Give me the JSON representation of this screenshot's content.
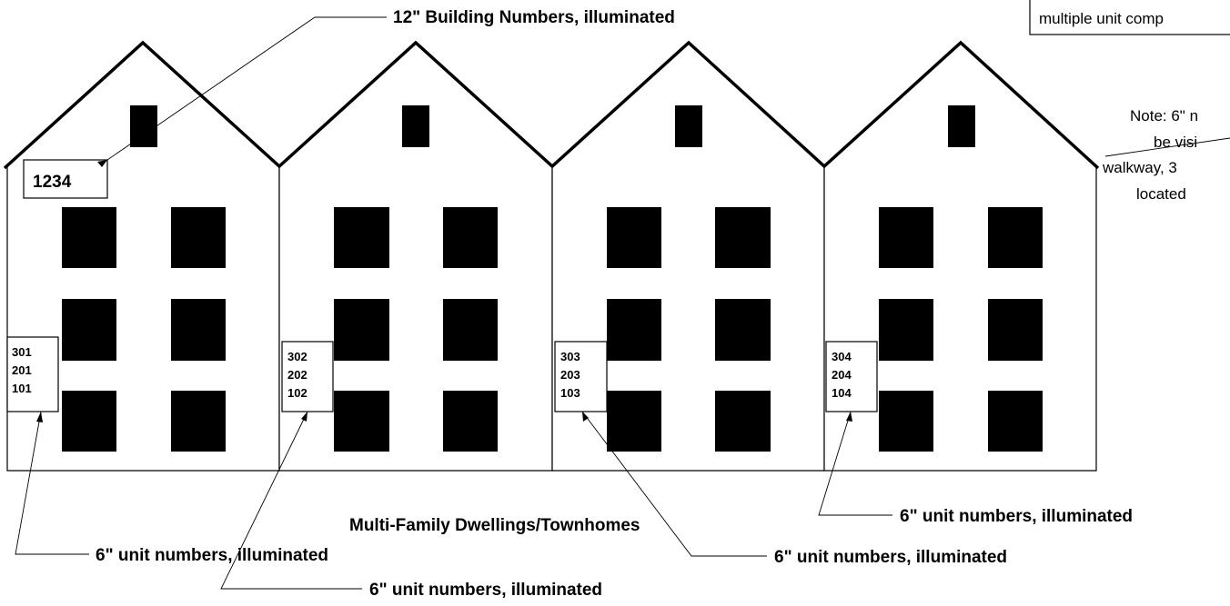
{
  "building_number_label": "12\" Building Numbers, illuminated",
  "building_number": "1234",
  "top_right_box_text": "multiple unit comp",
  "note_lines": [
    "Note: 6\" n",
    "be visi",
    "walkway, 3",
    "located"
  ],
  "caption": "Multi-Family Dwellings/Townhomes",
  "units": [
    [
      "301",
      "201",
      "101"
    ],
    [
      "302",
      "202",
      "102"
    ],
    [
      "303",
      "203",
      "103"
    ],
    [
      "304",
      "204",
      "104"
    ]
  ],
  "unit_number_label": "6\" unit numbers, illuminated",
  "colors": {
    "ink": "#000000",
    "paper": "#ffffff"
  }
}
